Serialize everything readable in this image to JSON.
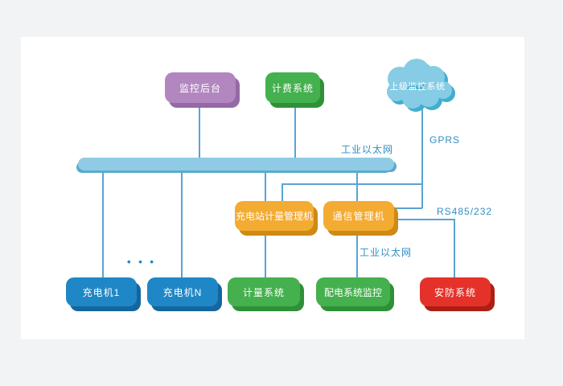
{
  "diagram": {
    "title": "charging-station-monitoring-architecture",
    "nodes": {
      "monitor_backend": {
        "label": "监控后台",
        "color": "#b287c0"
      },
      "billing_system": {
        "label": "计费系统",
        "color": "#44b04e"
      },
      "upper_monitor_cloud": {
        "label": "上级监控系统",
        "color": "#85cce4"
      },
      "station_metering_mgr": {
        "label": "充电站计量管理机",
        "color": "#f4ab32"
      },
      "comm_mgr": {
        "label": "通信管理机",
        "color": "#f4ab32"
      },
      "charger_1": {
        "label": "充电机1",
        "color": "#1f87c6"
      },
      "charger_n": {
        "label": "充电机N",
        "color": "#1f87c6"
      },
      "metering_system": {
        "label": "计量系统",
        "color": "#44b04e"
      },
      "power_dist_monitor": {
        "label": "配电系统监控",
        "color": "#44b04e"
      },
      "security_system": {
        "label": "安防系统",
        "color": "#e4322a"
      }
    },
    "edge_labels": {
      "industrial_ethernet_bus": "工业以太网",
      "gprs": "GPRS",
      "rs485_232": "RS485/232",
      "industrial_ethernet_branch": "工业以太网"
    },
    "ellipsis": "• • •",
    "colors": {
      "background": "#f2f3f5",
      "card": "#ffffff",
      "bus_fill": "#90cbe5",
      "bus_shadow": "#58abce",
      "line": "#58a3d6",
      "edge_label_text": "#2e8fc6",
      "node_text": "#ffffff",
      "cloud_fill": "#85cce4",
      "cloud_shadow": "#42aed0"
    }
  }
}
